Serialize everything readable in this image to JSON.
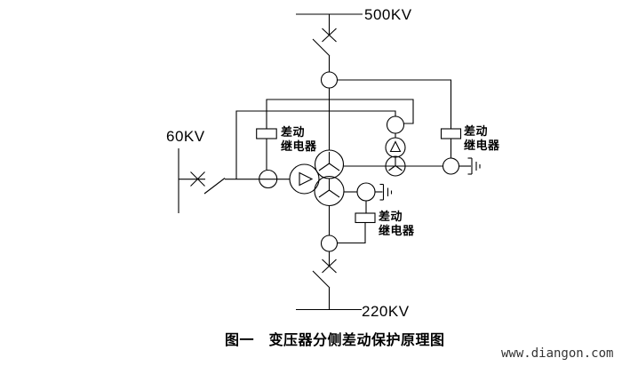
{
  "diagram": {
    "title_caption": "图一　变压器分侧差动保护原理图",
    "watermark": "www.diangon.com",
    "bus_labels": {
      "top": "500KV",
      "left": "60KV",
      "bottom": "220KV"
    },
    "relay_labels": [
      {
        "line1": "差动",
        "line2": "继电器"
      },
      {
        "line1": "差动",
        "line2": "继电器"
      },
      {
        "line1": "差动",
        "line2": "继电器"
      }
    ],
    "symbols": [
      "busbar",
      "breaker-x",
      "disconnector-blade",
      "current-transformer",
      "winding-y",
      "winding-delta",
      "relay-box",
      "ground"
    ],
    "colors": {
      "line": "#000000",
      "background": "#ffffff",
      "text": "#000000",
      "watermark": "#333333"
    }
  }
}
